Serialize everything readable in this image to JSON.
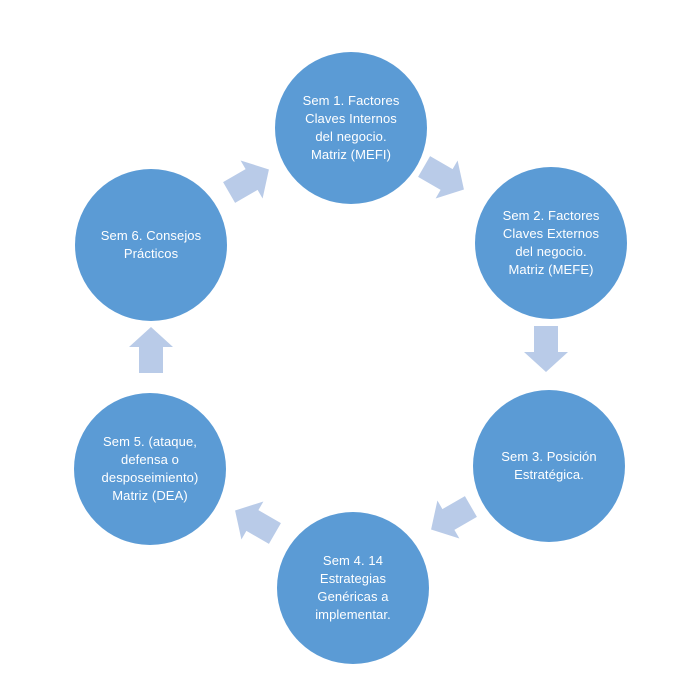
{
  "diagram": {
    "type": "cycle",
    "direction": "clockwise",
    "colors": {
      "background": "#ffffff",
      "node_fill": "#5b9bd5",
      "arrow_fill": "#b9cbe8",
      "node_text": "#ffffff"
    },
    "nodes": [
      {
        "id": "sem1",
        "lines": [
          "Sem 1. Factores",
          "Claves Internos",
          "del negocio.",
          "Matriz (MEFI)"
        ]
      },
      {
        "id": "sem2",
        "lines": [
          "Sem 2. Factores",
          "Claves Externos",
          "del negocio.",
          "Matriz (MEFE)"
        ]
      },
      {
        "id": "sem3",
        "lines": [
          "Sem 3. Posición",
          "Estratégica."
        ]
      },
      {
        "id": "sem4",
        "lines": [
          "Sem 4. 14",
          "Estrategias",
          "Genéricas a",
          "implementar."
        ]
      },
      {
        "id": "sem5",
        "lines": [
          "Sem 5. (ataque,",
          "defensa o",
          "desposeimiento)",
          "Matriz (DEA)"
        ]
      },
      {
        "id": "sem6",
        "lines": [
          "Sem 6. Consejos",
          "Prácticos"
        ]
      }
    ],
    "arrows": [
      {
        "from": "sem6",
        "to": "sem1"
      },
      {
        "from": "sem1",
        "to": "sem2"
      },
      {
        "from": "sem2",
        "to": "sem3"
      },
      {
        "from": "sem3",
        "to": "sem4"
      },
      {
        "from": "sem4",
        "to": "sem5"
      },
      {
        "from": "sem5",
        "to": "sem6"
      }
    ]
  }
}
